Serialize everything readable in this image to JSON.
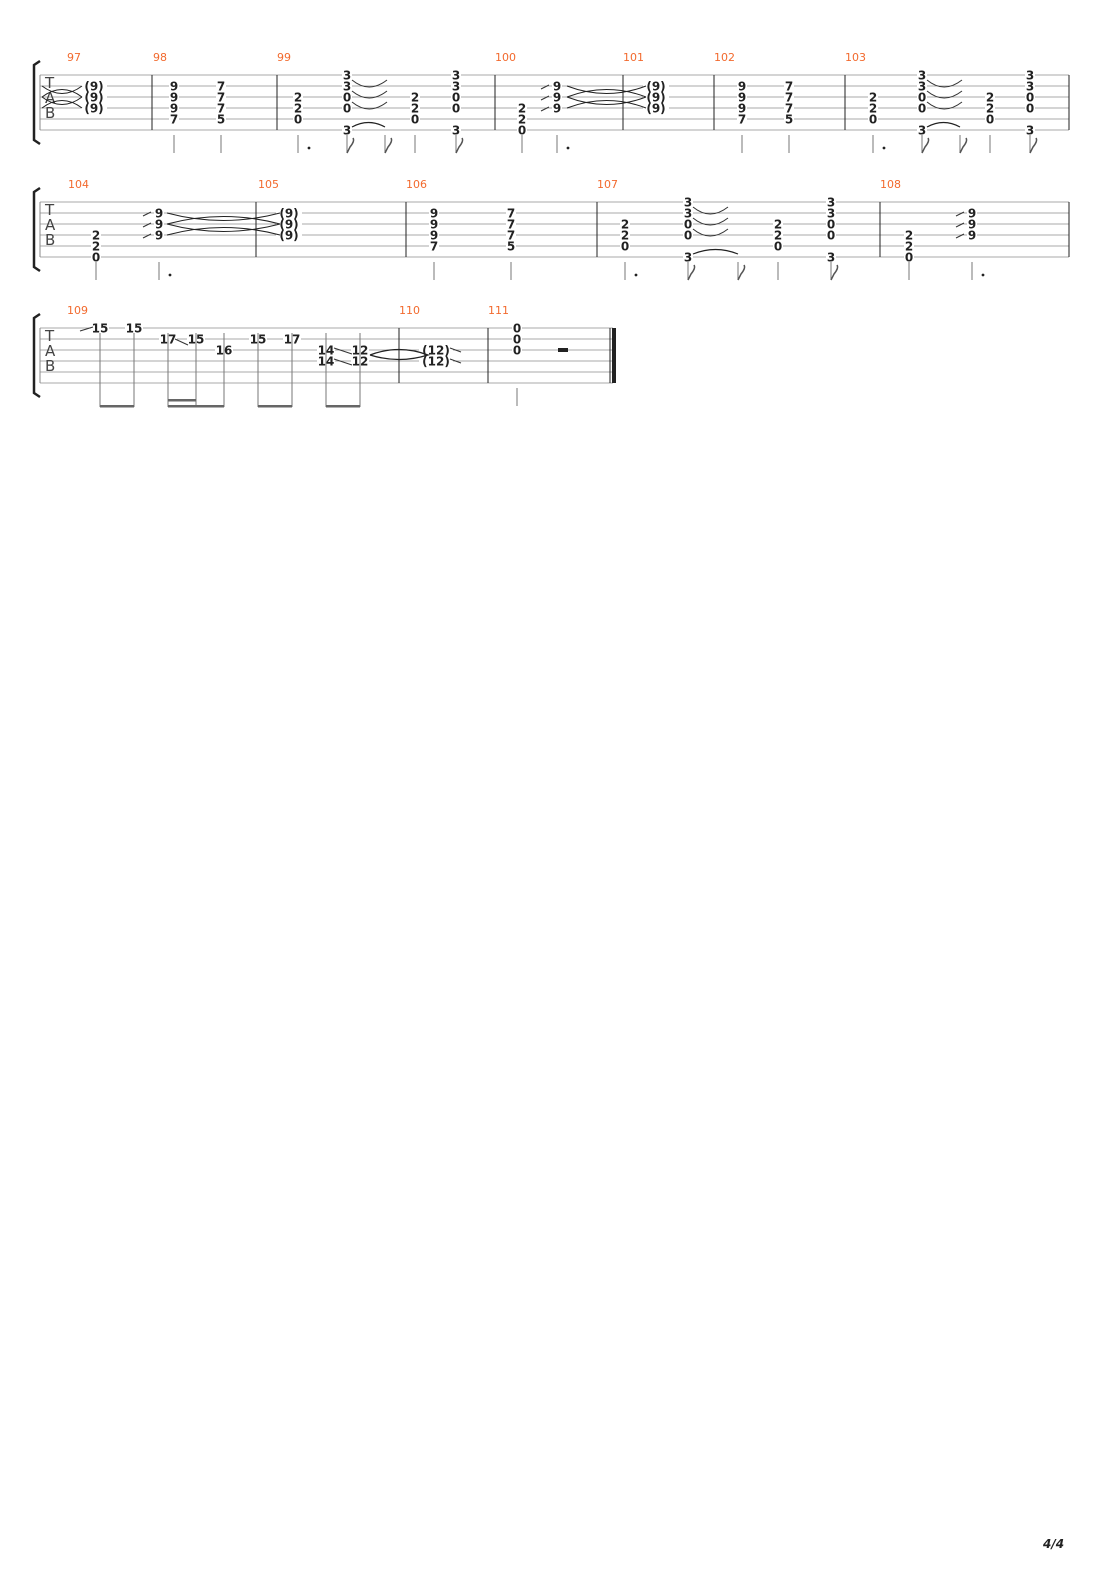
{
  "tab_clef": [
    "T",
    "A",
    "B"
  ],
  "page_number": "4/4",
  "systems": [
    {
      "measures": [
        {
          "number": "97",
          "beats": [
            {
              "d": "w",
              "notes": [
                [
                  2,
                  "(9)"
                ],
                [
                  3,
                  "(9)"
                ],
                [
                  4,
                  "(9)"
                ]
              ]
            }
          ]
        },
        {
          "number": "98",
          "beats": [
            {
              "d": "q",
              "notes": [
                [
                  2,
                  "9"
                ],
                [
                  3,
                  "9"
                ],
                [
                  4,
                  "9"
                ],
                [
                  5,
                  "7"
                ]
              ]
            },
            {
              "d": "q",
              "notes": [
                [
                  2,
                  "7"
                ],
                [
                  3,
                  "7"
                ],
                [
                  4,
                  "7"
                ],
                [
                  5,
                  "5"
                ]
              ]
            }
          ]
        },
        {
          "number": "99",
          "beats": [
            {
              "d": "dq",
              "notes": [
                [
                  3,
                  "2"
                ],
                [
                  4,
                  "2"
                ],
                [
                  5,
                  "0"
                ]
              ]
            },
            {
              "d": "e",
              "notes": [
                [
                  1,
                  "3"
                ],
                [
                  2,
                  "3"
                ],
                [
                  3,
                  "0"
                ],
                [
                  4,
                  "0"
                ],
                [
                  6,
                  "3"
                ]
              ]
            },
            {
              "d": "e",
              "notes": []
            },
            {
              "d": "q",
              "notes": [
                [
                  3,
                  "2"
                ],
                [
                  4,
                  "2"
                ],
                [
                  5,
                  "0"
                ]
              ]
            },
            {
              "d": "e",
              "notes": [
                [
                  1,
                  "3"
                ],
                [
                  2,
                  "3"
                ],
                [
                  3,
                  "0"
                ],
                [
                  4,
                  "0"
                ],
                [
                  6,
                  "3"
                ]
              ]
            }
          ]
        },
        {
          "number": "100",
          "beats": [
            {
              "d": "q",
              "notes": [
                [
                  4,
                  "2"
                ],
                [
                  5,
                  "2"
                ],
                [
                  6,
                  "0"
                ]
              ]
            },
            {
              "d": "dq",
              "notes": [
                [
                  2,
                  "9"
                ],
                [
                  3,
                  "9"
                ],
                [
                  4,
                  "9"
                ]
              ]
            }
          ]
        },
        {
          "number": "101",
          "beats": [
            {
              "d": "w",
              "notes": [
                [
                  2,
                  "(9)"
                ],
                [
                  3,
                  "(9)"
                ],
                [
                  4,
                  "(9)"
                ]
              ]
            }
          ]
        },
        {
          "number": "102",
          "beats": [
            {
              "d": "q",
              "notes": [
                [
                  2,
                  "9"
                ],
                [
                  3,
                  "9"
                ],
                [
                  4,
                  "9"
                ],
                [
                  5,
                  "7"
                ]
              ]
            },
            {
              "d": "q",
              "notes": [
                [
                  2,
                  "7"
                ],
                [
                  3,
                  "7"
                ],
                [
                  4,
                  "7"
                ],
                [
                  5,
                  "5"
                ]
              ]
            }
          ]
        },
        {
          "number": "103",
          "beats": [
            {
              "d": "dq",
              "notes": [
                [
                  3,
                  "2"
                ],
                [
                  4,
                  "2"
                ],
                [
                  5,
                  "0"
                ]
              ]
            },
            {
              "d": "e",
              "notes": [
                [
                  1,
                  "3"
                ],
                [
                  2,
                  "3"
                ],
                [
                  3,
                  "0"
                ],
                [
                  4,
                  "0"
                ],
                [
                  6,
                  "3"
                ]
              ]
            },
            {
              "d": "e",
              "notes": []
            },
            {
              "d": "q",
              "notes": [
                [
                  3,
                  "2"
                ],
                [
                  4,
                  "2"
                ],
                [
                  5,
                  "0"
                ]
              ]
            },
            {
              "d": "e",
              "notes": [
                [
                  1,
                  "3"
                ],
                [
                  2,
                  "3"
                ],
                [
                  3,
                  "0"
                ],
                [
                  4,
                  "0"
                ],
                [
                  6,
                  "3"
                ]
              ]
            }
          ]
        }
      ]
    },
    {
      "measures": [
        {
          "number": "104",
          "beats": [
            {
              "d": "q",
              "notes": [
                [
                  4,
                  "2"
                ],
                [
                  5,
                  "2"
                ],
                [
                  6,
                  "0"
                ]
              ]
            },
            {
              "d": "dq",
              "notes": [
                [
                  2,
                  "9"
                ],
                [
                  3,
                  "9"
                ],
                [
                  4,
                  "9"
                ]
              ]
            }
          ]
        },
        {
          "number": "105",
          "beats": [
            {
              "d": "w",
              "notes": [
                [
                  2,
                  "(9)"
                ],
                [
                  3,
                  "(9)"
                ],
                [
                  4,
                  "(9)"
                ]
              ]
            }
          ]
        },
        {
          "number": "106",
          "beats": [
            {
              "d": "q",
              "notes": [
                [
                  2,
                  "9"
                ],
                [
                  3,
                  "9"
                ],
                [
                  4,
                  "9"
                ],
                [
                  5,
                  "7"
                ]
              ]
            },
            {
              "d": "q",
              "notes": [
                [
                  2,
                  "7"
                ],
                [
                  3,
                  "7"
                ],
                [
                  4,
                  "7"
                ],
                [
                  5,
                  "5"
                ]
              ]
            }
          ]
        },
        {
          "number": "107",
          "beats": [
            {
              "d": "dq",
              "notes": [
                [
                  3,
                  "2"
                ],
                [
                  4,
                  "2"
                ],
                [
                  5,
                  "0"
                ]
              ]
            },
            {
              "d": "e",
              "notes": [
                [
                  1,
                  "3"
                ],
                [
                  2,
                  "3"
                ],
                [
                  3,
                  "0"
                ],
                [
                  4,
                  "0"
                ],
                [
                  6,
                  "3"
                ]
              ]
            },
            {
              "d": "e",
              "notes": []
            },
            {
              "d": "q",
              "notes": [
                [
                  3,
                  "2"
                ],
                [
                  4,
                  "2"
                ],
                [
                  5,
                  "0"
                ]
              ]
            },
            {
              "d": "e",
              "notes": [
                [
                  1,
                  "3"
                ],
                [
                  2,
                  "3"
                ],
                [
                  3,
                  "0"
                ],
                [
                  4,
                  "0"
                ],
                [
                  6,
                  "3"
                ]
              ]
            }
          ]
        },
        {
          "number": "108",
          "beats": [
            {
              "d": "q",
              "notes": [
                [
                  4,
                  "2"
                ],
                [
                  5,
                  "2"
                ],
                [
                  6,
                  "0"
                ]
              ]
            },
            {
              "d": "dq",
              "notes": [
                [
                  2,
                  "9"
                ],
                [
                  3,
                  "9"
                ],
                [
                  4,
                  "9"
                ]
              ]
            }
          ]
        }
      ]
    },
    {
      "measures": [
        {
          "number": "109",
          "beats": [
            {
              "d": "b",
              "notes": [
                [
                  1,
                  "15"
                ]
              ]
            },
            {
              "d": "b",
              "notes": [
                [
                  1,
                  "15"
                ]
              ]
            },
            {
              "d": "b",
              "notes": [
                [
                  2,
                  "17"
                ]
              ]
            },
            {
              "d": "b",
              "notes": [
                [
                  2,
                  "15"
                ]
              ]
            },
            {
              "d": "b",
              "notes": [
                [
                  3,
                  "16"
                ]
              ]
            },
            {
              "d": "b",
              "notes": [
                [
                  2,
                  "15"
                ]
              ]
            },
            {
              "d": "b",
              "notes": [
                [
                  2,
                  "17"
                ]
              ]
            },
            {
              "d": "b",
              "notes": [
                [
                  3,
                  "14"
                ],
                [
                  4,
                  "14"
                ]
              ]
            },
            {
              "d": "b",
              "notes": [
                [
                  3,
                  "12"
                ],
                [
                  4,
                  "12"
                ]
              ]
            }
          ]
        },
        {
          "number": "110",
          "beats": [
            {
              "d": "w",
              "notes": [
                [
                  3,
                  "(12)"
                ],
                [
                  4,
                  "(12)"
                ]
              ]
            }
          ]
        },
        {
          "number": "111",
          "beats": [
            {
              "d": "q",
              "notes": [
                [
                  1,
                  "0"
                ],
                [
                  2,
                  "0"
                ],
                [
                  3,
                  "0"
                ]
              ]
            },
            {
              "d": "rest",
              "notes": []
            }
          ]
        }
      ]
    }
  ]
}
